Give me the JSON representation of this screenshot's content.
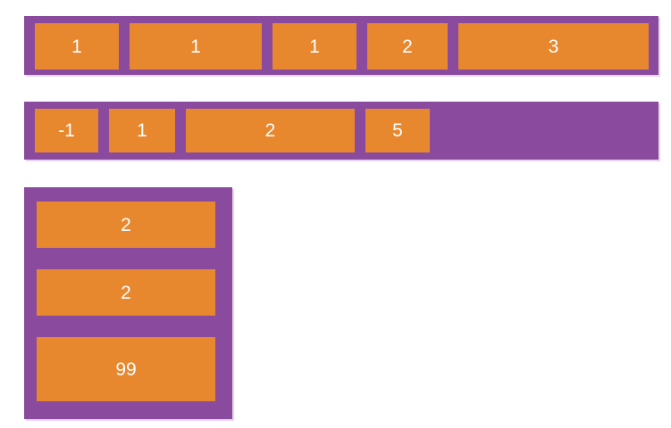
{
  "palette": {
    "container": "#8a4b9e",
    "item": "#e7872e",
    "text": "#ffffff",
    "page_bg": "#ffffff"
  },
  "diagram": {
    "rows": [
      {
        "name": "row-1",
        "items": [
          {
            "label": "1"
          },
          {
            "label": "1"
          },
          {
            "label": "1"
          },
          {
            "label": "2"
          },
          {
            "label": "3"
          }
        ]
      },
      {
        "name": "row-2",
        "items": [
          {
            "label": "-1"
          },
          {
            "label": "1"
          },
          {
            "label": "2"
          },
          {
            "label": "5"
          }
        ]
      },
      {
        "name": "column-3",
        "items": [
          {
            "label": "2"
          },
          {
            "label": "2"
          },
          {
            "label": "99"
          }
        ]
      }
    ]
  }
}
